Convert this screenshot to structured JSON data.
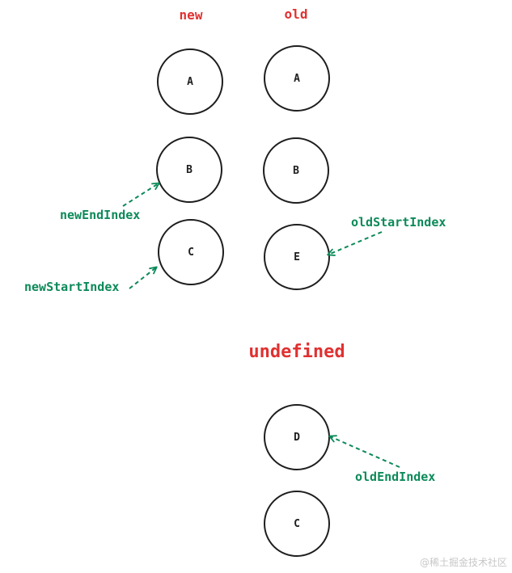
{
  "colors": {
    "heading": "#e03131",
    "pointer": "#0c8a59",
    "node_stroke": "#1e1e1e",
    "node_text": "#1e1e1e",
    "watermark": "#c7c7c7"
  },
  "headings": {
    "new": "new",
    "old": "old"
  },
  "new_nodes": [
    {
      "label": "A"
    },
    {
      "label": "B"
    },
    {
      "label": "C"
    }
  ],
  "old_nodes": [
    {
      "label": "A"
    },
    {
      "label": "B"
    },
    {
      "label": "E"
    },
    {
      "label": "D"
    },
    {
      "label": "C"
    }
  ],
  "pointers": {
    "new_end_index": "newEndIndex",
    "new_start_index": "newStartIndex",
    "old_start_index": "oldStartIndex",
    "old_end_index": "oldEndIndex"
  },
  "undefined_label": "undefined",
  "watermark": "@稀土掘金技术社区"
}
